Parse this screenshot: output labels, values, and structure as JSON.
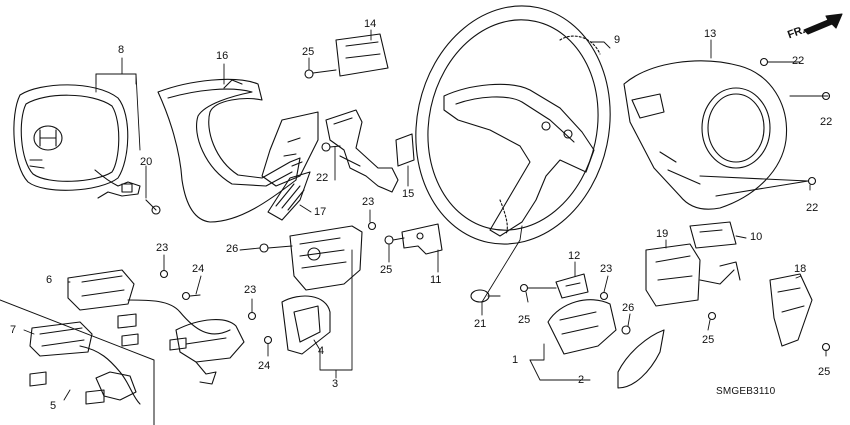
{
  "diagram": {
    "code": "SMGEB3110",
    "direction_label": "FR.",
    "callouts": [
      {
        "id": "c8a",
        "text": "8"
      },
      {
        "id": "c16",
        "text": "16"
      },
      {
        "id": "c14",
        "text": "14"
      },
      {
        "id": "c25a",
        "text": "25"
      },
      {
        "id": "c9",
        "text": "9"
      },
      {
        "id": "c13",
        "text": "13"
      },
      {
        "id": "c22a",
        "text": "22"
      },
      {
        "id": "c22b",
        "text": "22"
      },
      {
        "id": "c22c",
        "text": "22"
      },
      {
        "id": "c22d",
        "text": "22"
      },
      {
        "id": "c20",
        "text": "20"
      },
      {
        "id": "c17",
        "text": "17"
      },
      {
        "id": "c15",
        "text": "15"
      },
      {
        "id": "c23a",
        "text": "23"
      },
      {
        "id": "c26a",
        "text": "26"
      },
      {
        "id": "c25b",
        "text": "25"
      },
      {
        "id": "c11",
        "text": "11"
      },
      {
        "id": "c10",
        "text": "10"
      },
      {
        "id": "c19",
        "text": "19"
      },
      {
        "id": "c23b",
        "text": "23"
      },
      {
        "id": "c6",
        "text": "6"
      },
      {
        "id": "c24a",
        "text": "24"
      },
      {
        "id": "c23c",
        "text": "23"
      },
      {
        "id": "c12",
        "text": "12"
      },
      {
        "id": "c23d",
        "text": "23"
      },
      {
        "id": "c18",
        "text": "18"
      },
      {
        "id": "c21",
        "text": "21"
      },
      {
        "id": "c25c",
        "text": "25"
      },
      {
        "id": "c26b",
        "text": "26"
      },
      {
        "id": "c7",
        "text": "7"
      },
      {
        "id": "c24b",
        "text": "24"
      },
      {
        "id": "c4",
        "text": "4"
      },
      {
        "id": "c3",
        "text": "3"
      },
      {
        "id": "c1",
        "text": "1"
      },
      {
        "id": "c2",
        "text": "2"
      },
      {
        "id": "c25d",
        "text": "25"
      },
      {
        "id": "c25e",
        "text": "25"
      },
      {
        "id": "c5",
        "text": "5"
      }
    ]
  }
}
